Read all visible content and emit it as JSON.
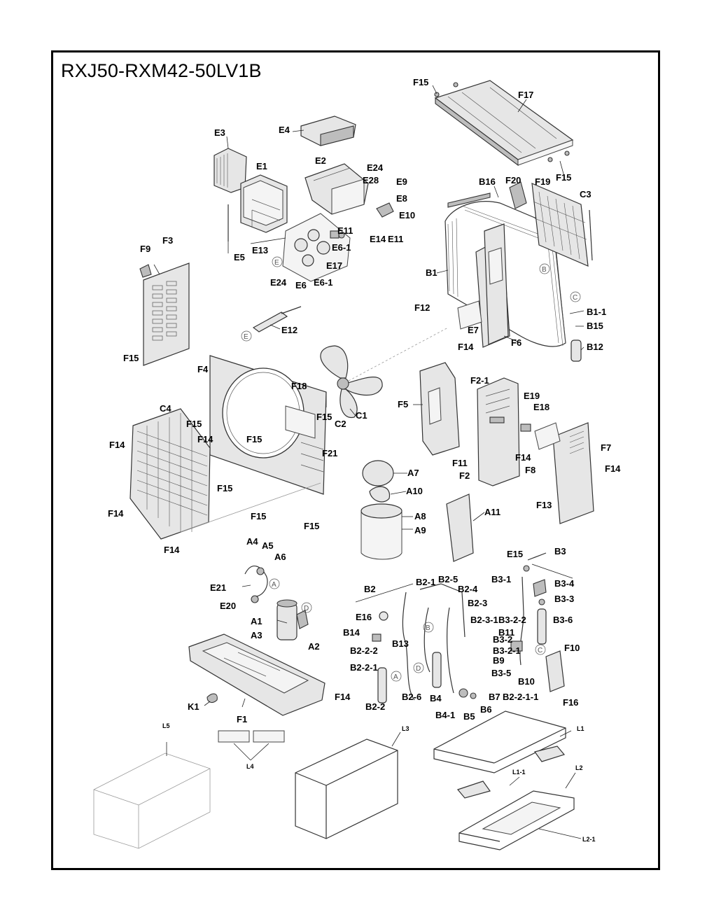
{
  "title": "RXJ50-RXM42-50LV1B",
  "labels": {
    "F15_top": "F15",
    "F17": "F17",
    "F15_top2": "F15",
    "E3": "E3",
    "E4": "E4",
    "E1": "E1",
    "E2": "E2",
    "E24_a": "E24",
    "E28": "E28",
    "E9": "E9",
    "E8": "E8",
    "E10": "E10",
    "E11_a": "E11",
    "E14_a": "E14",
    "E11_b": "E11",
    "E5": "E5",
    "E13": "E13",
    "E6_1a": "E6-1",
    "E17": "E17",
    "E24_b": "E24",
    "E6": "E6",
    "E6_1b": "E6-1",
    "B16": "B16",
    "F20": "F20",
    "F19": "F19",
    "C3": "C3",
    "B1": "B1",
    "F12": "F12",
    "B1_1": "B1-1",
    "B15": "B15",
    "E7": "E7",
    "F14_a": "F14",
    "F6": "F6",
    "B12": "B12",
    "F9": "F9",
    "F3": "F3",
    "F15_left": "F15",
    "E12": "E12",
    "F4": "F4",
    "F18": "F18",
    "C4": "C4",
    "F15_b": "F15",
    "F14_b": "F14",
    "F15_c": "F15",
    "C2": "C2",
    "C1": "C1",
    "F14_c": "F14",
    "F15_d": "F15",
    "F21": "F21",
    "F15_e": "F15",
    "F14_d": "F14",
    "F15_f": "F15",
    "F15_g": "F15",
    "F14_e": "F14",
    "F5": "F5",
    "F2_1": "F2-1",
    "E19": "E19",
    "E18": "E18",
    "F7": "F7",
    "F14_f": "F14",
    "F11": "F11",
    "F8": "F8",
    "F2": "F2",
    "F14_g": "F14",
    "F13": "F13",
    "A7": "A7",
    "A10": "A10",
    "A8": "A8",
    "A9": "A9",
    "A11": "A11",
    "A4": "A4",
    "A5": "A5",
    "A6": "A6",
    "E21": "E21",
    "E20": "E20",
    "A1": "A1",
    "A3": "A3",
    "A2": "A2",
    "K1": "K1",
    "F1": "F1",
    "F14_h": "F14",
    "B2": "B2",
    "B2_1": "B2-1",
    "B2_5": "B2-5",
    "B2_4": "B2-4",
    "B2_3": "B2-3",
    "E16": "E16",
    "B2_3_1": "B2-3-1",
    "B14": "B14",
    "B13": "B13",
    "B2_2_2": "B2-2-2",
    "B2_2_1": "B2-2-1",
    "B2_2": "B2-2",
    "B2_6": "B2-6",
    "B4": "B4",
    "B4_1": "B4-1",
    "B5": "B5",
    "B6": "B6",
    "B7": "B7",
    "B3": "B3",
    "E15": "E15",
    "B3_1": "B3-1",
    "B3_4": "B3-4",
    "B3_3": "B3-3",
    "B3_2_2": "B3-2-2",
    "B3_6": "B3-6",
    "B11": "B11",
    "B3_2": "B3-2",
    "B3_2_1": "B3-2-1",
    "B9": "B9",
    "B3_5": "B3-5",
    "B10": "B10",
    "B2_2_1_1": "B2-2-1-1",
    "F10": "F10",
    "F16": "F16",
    "L5": "L5",
    "L4": "L4",
    "L3": "L3",
    "L1": "L1",
    "L1_1": "L1-1",
    "L2": "L2",
    "L2_1": "L2-1"
  },
  "circled": {
    "c_B": "B",
    "c_C": "C",
    "c_E": "E",
    "c_E2": "E",
    "c_A": "A",
    "c_D": "D",
    "c_B2": "B",
    "c_A2": "A",
    "c_D2": "D",
    "c_C2": "C"
  }
}
